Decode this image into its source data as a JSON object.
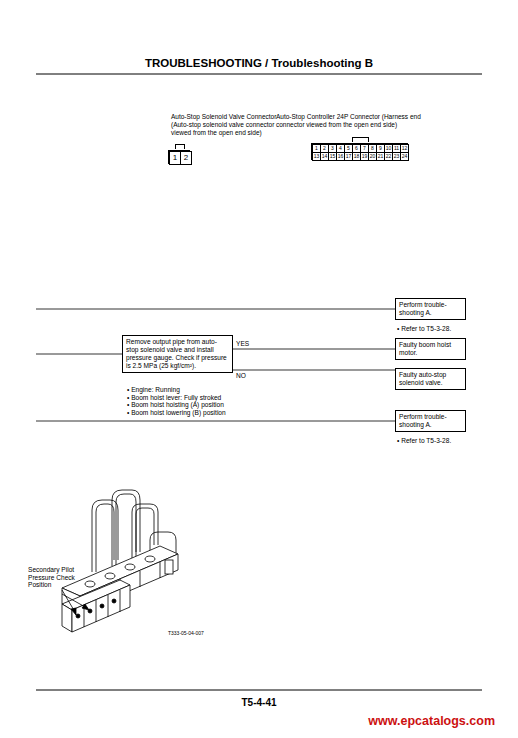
{
  "diagram": {
    "title": "TROUBLESHOOTING / Troubleshooting B",
    "nodes": [
      {
        "text": [
          "Auto-Stop Solenoid Valve Connector (Auto-stop solenoid valve connector viewed from the open end side)"
        ]
      },
      {
        "text": [
          "1"
        ],
        "in": 0
      },
      {
        "text": [
          "2"
        ],
        "in": 0
      },
      {
        "text": [
          "Auto-Stop Controller 24P Connector (Harness end connector viewed from the open end side)"
        ]
      },
      {
        "text": [
          "1"
        ],
        "in": 3
      },
      {
        "text": [
          "2"
        ],
        "in": 3
      },
      {
        "text": [
          "3"
        ],
        "in": 3
      },
      {
        "text": [
          "4"
        ],
        "in": 3
      },
      {
        "text": [
          "5"
        ],
        "in": 3
      },
      {
        "text": [
          "6"
        ],
        "in": 3
      },
      {
        "text": [
          "7"
        ],
        "in": 3
      },
      {
        "text": [
          "8"
        ],
        "in": 3
      },
      {
        "text": [
          "9"
        ],
        "in": 3
      },
      {
        "text": [
          "10"
        ],
        "in": 3
      },
      {
        "text": [
          "11"
        ],
        "in": 3
      },
      {
        "text": [
          "12"
        ],
        "in": 3
      },
      {
        "text": [
          "13"
        ],
        "in": 3
      },
      {
        "text": [
          "14"
        ],
        "in": 3
      },
      {
        "text": [
          "15"
        ],
        "in": 3
      },
      {
        "text": [
          "16"
        ],
        "in": 3
      },
      {
        "text": [
          "17"
        ],
        "in": 3
      },
      {
        "text": [
          "18"
        ],
        "in": 3
      },
      {
        "text": [
          "19"
        ],
        "in": 3
      },
      {
        "text": [
          "20"
        ],
        "in": 3
      },
      {
        "text": [
          "21"
        ],
        "in": 3
      },
      {
        "text": [
          "22"
        ],
        "in": 3
      },
      {
        "text": [
          "23"
        ],
        "in": 3
      },
      {
        "text": [
          "24"
        ],
        "in": 3
      },
      {
        "text": [
          "Perform trouble-shooting A."
        ]
      },
      {
        "text": [
          "Remove output pipe from auto-stop solenoid valve and install pressure gauge. Check if pressure is 2.5 MPa (25 kgf/cm²)."
        ]
      },
      {
        "text": [
          "Faulty boom hoist motor."
        ]
      },
      {
        "text": [
          "Faulty auto-stop solenoid valve."
        ]
      },
      {
        "text": [
          "Perform trouble-shooting A."
        ]
      }
    ],
    "edges": [
      {
        "from": 29,
        "to": 30,
        "label": "YES",
        "arrow": "none"
      },
      {
        "from": 29,
        "to": 31,
        "label": "NO",
        "arrow": "none"
      }
    ],
    "labels": [
      "• Refer to T5-3-28.",
      "• Engine: Running",
      "• Boom hoist lever: Fully stroked",
      "• Boom hoist hoisting (A) position",
      "• Boom hoist lowering (B) position",
      "• Refer to T5-3-28.",
      "Secondary Pilot Pressure Check Position",
      "T333-05-04-007",
      "T5-4-41",
      "www.epcatalogs.com"
    ]
  }
}
